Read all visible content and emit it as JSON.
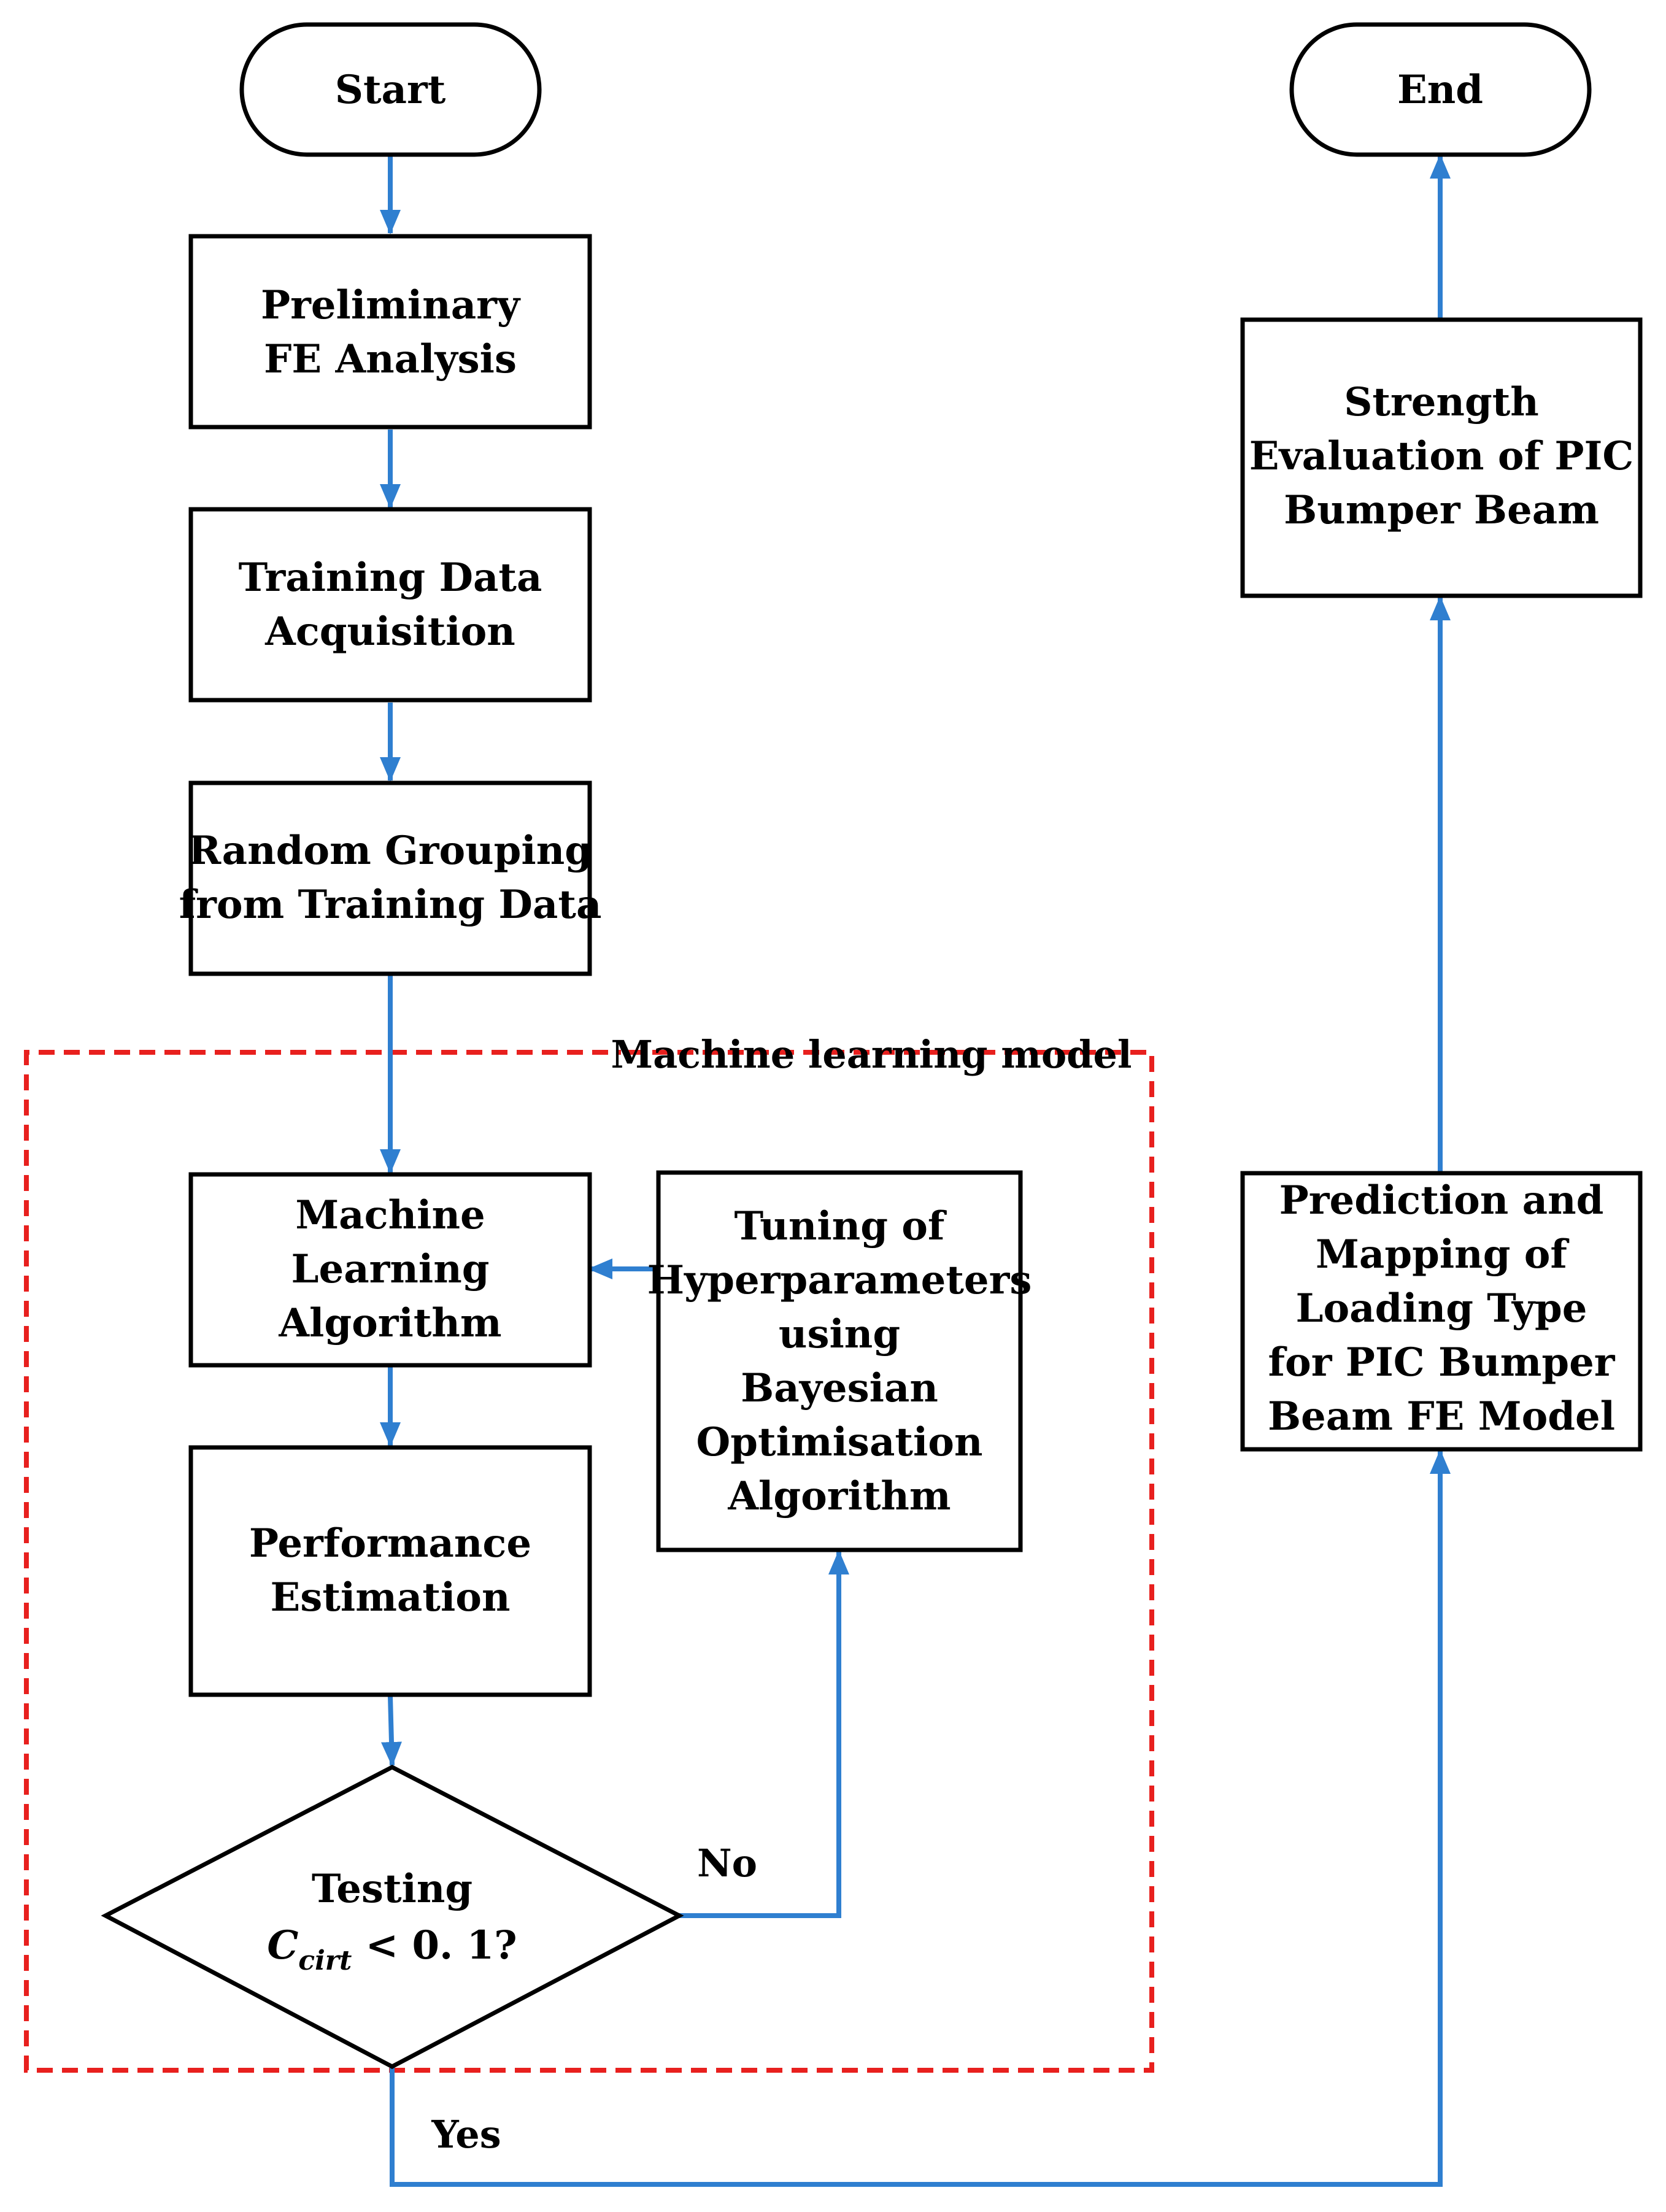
{
  "colors": {
    "arrow": "#2f7fd0",
    "group_border": "#e8201e",
    "node_border": "#000000",
    "text": "#000000"
  },
  "group": {
    "label": "Machine learning model"
  },
  "nodes": {
    "start": {
      "shape": "terminal",
      "lines": [
        "Start"
      ]
    },
    "end": {
      "shape": "terminal",
      "lines": [
        "End"
      ]
    },
    "preliminary": {
      "shape": "process",
      "lines": [
        "Preliminary",
        "FE Analysis"
      ]
    },
    "training": {
      "shape": "process",
      "lines": [
        "Training Data",
        "Acquisition"
      ]
    },
    "grouping": {
      "shape": "process",
      "lines": [
        "Random Grouping",
        "from Training Data"
      ]
    },
    "ml_algorithm": {
      "shape": "process",
      "lines": [
        "Machine",
        "Learning",
        "Algorithm"
      ]
    },
    "performance": {
      "shape": "process",
      "lines": [
        "Performance",
        "Estimation"
      ]
    },
    "tuning": {
      "shape": "process",
      "lines": [
        "Tuning of",
        "Hyperparameters",
        "using",
        "Bayesian",
        "Optimisation",
        "Algorithm"
      ]
    },
    "testing": {
      "shape": "decision",
      "lines": [
        "Testing",
        "C",
        "cirt",
        " < 0. 1?"
      ]
    },
    "prediction": {
      "shape": "process",
      "lines": [
        "Prediction and",
        "Mapping of",
        "Loading Type",
        "for PIC Bumper",
        "Beam FE Model"
      ]
    },
    "strength": {
      "shape": "process",
      "lines": [
        "Strength",
        "Evaluation of PIC",
        "Bumper Beam"
      ]
    }
  },
  "edges": [
    {
      "id": "start-to-preliminary",
      "from": "start",
      "to": "preliminary",
      "label": ""
    },
    {
      "id": "preliminary-to-training",
      "from": "preliminary",
      "to": "training",
      "label": ""
    },
    {
      "id": "training-to-grouping",
      "from": "training",
      "to": "grouping",
      "label": ""
    },
    {
      "id": "grouping-to-ml",
      "from": "grouping",
      "to": "ml_algorithm",
      "label": ""
    },
    {
      "id": "ml-to-performance",
      "from": "ml_algorithm",
      "to": "performance",
      "label": ""
    },
    {
      "id": "performance-to-testing",
      "from": "performance",
      "to": "testing",
      "label": ""
    },
    {
      "id": "testing-no-to-tuning",
      "from": "testing",
      "to": "tuning",
      "label": "No"
    },
    {
      "id": "tuning-to-ml",
      "from": "tuning",
      "to": "ml_algorithm",
      "label": ""
    },
    {
      "id": "testing-yes-to-prediction",
      "from": "testing",
      "to": "prediction",
      "label": "Yes"
    },
    {
      "id": "prediction-to-strength",
      "from": "prediction",
      "to": "strength",
      "label": ""
    },
    {
      "id": "strength-to-end",
      "from": "strength",
      "to": "end",
      "label": ""
    }
  ]
}
